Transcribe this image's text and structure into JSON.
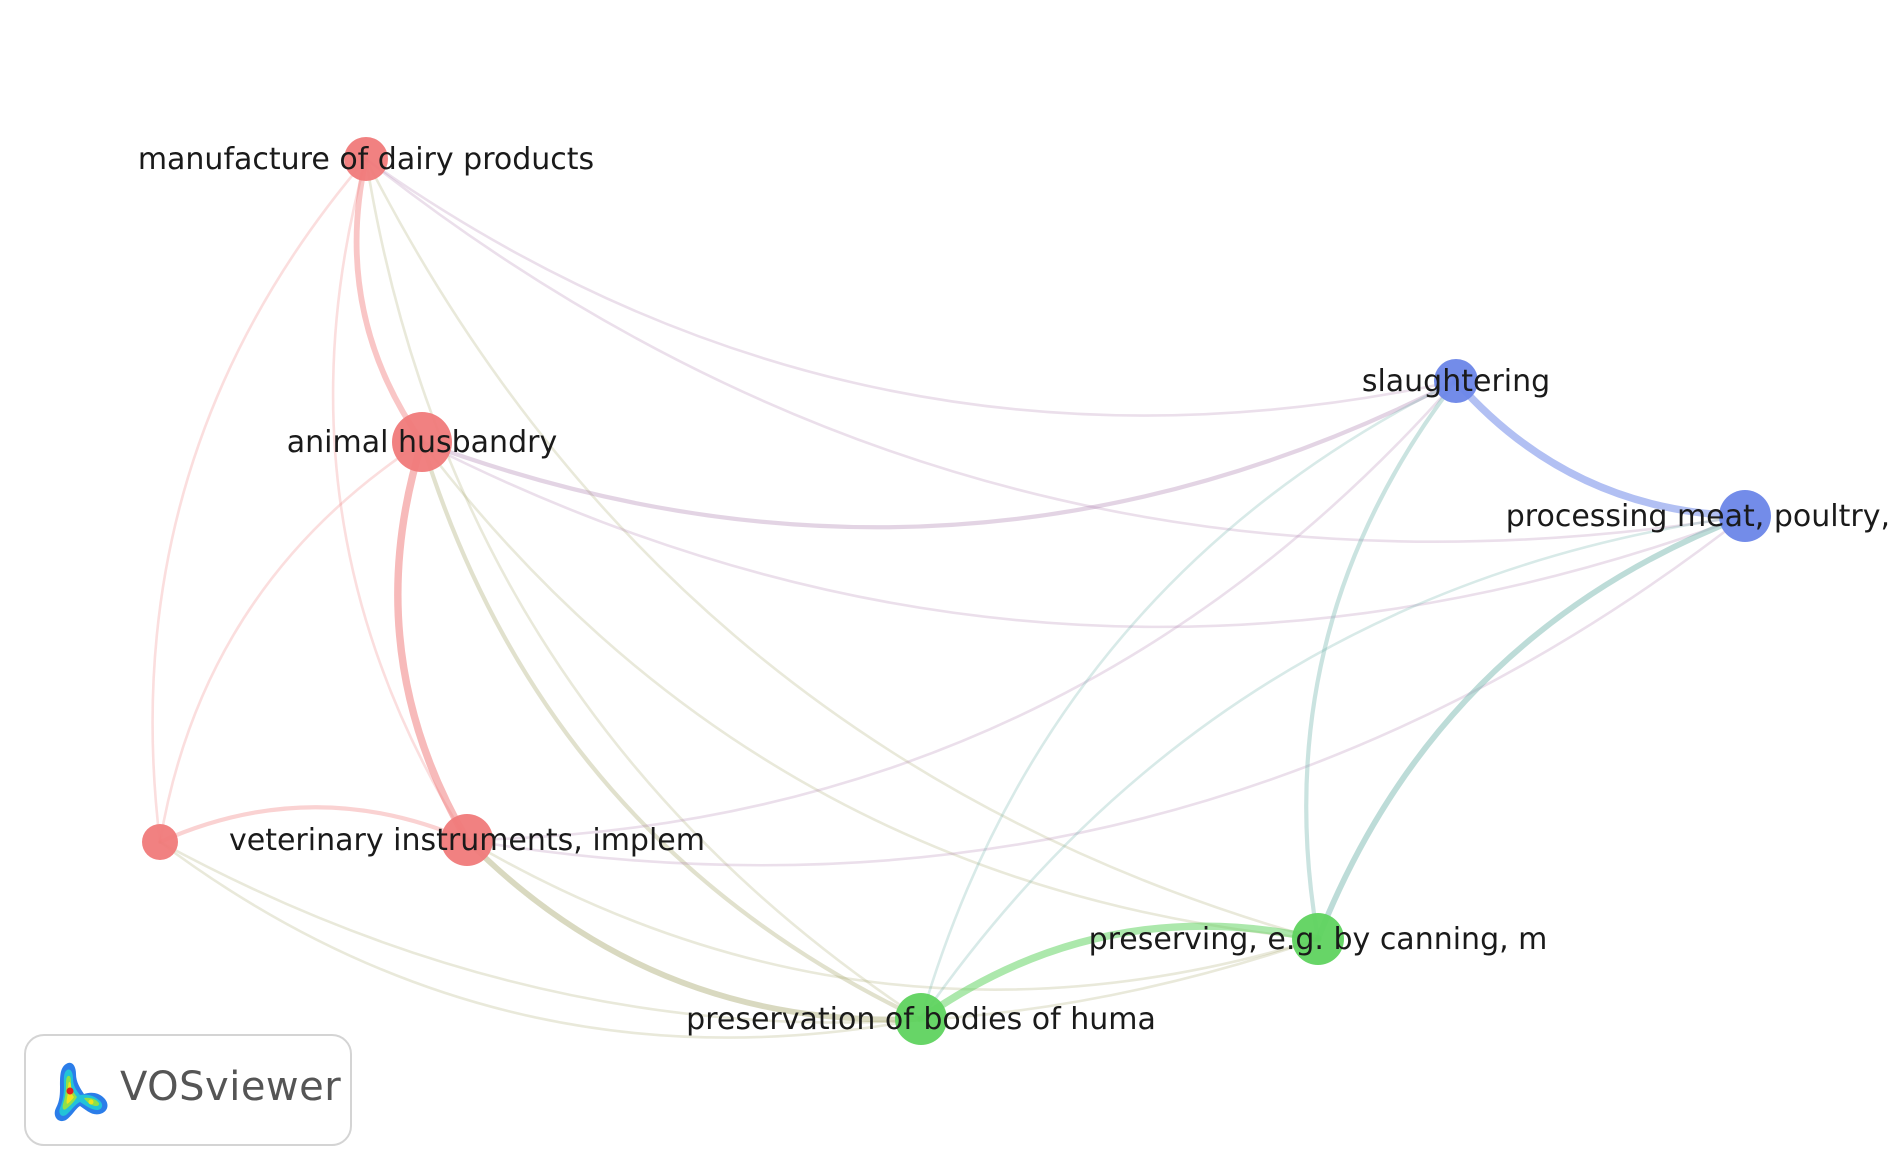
{
  "network": {
    "clusters": [
      {
        "id": 1,
        "color": "#f07a7a"
      },
      {
        "id": 2,
        "color": "#5fd35f"
      },
      {
        "id": 3,
        "color": "#6b86e8"
      }
    ],
    "nodes": [
      {
        "id": "dairy",
        "label": "manufacture of dairy products",
        "cluster": 1,
        "weight": 2
      },
      {
        "id": "husbandry",
        "label": "animal husbandry",
        "cluster": 1,
        "weight": 4
      },
      {
        "id": "vet",
        "label": "veterinary instruments, implem",
        "cluster": 1,
        "weight": 3
      },
      {
        "id": "small",
        "label": "",
        "cluster": 1,
        "weight": 1
      },
      {
        "id": "slaughter",
        "label": "slaughtering",
        "cluster": 3,
        "weight": 2
      },
      {
        "id": "meat",
        "label": "processing meat, poultry,",
        "cluster": 3,
        "weight": 3
      },
      {
        "id": "preserving",
        "label": "preserving, e.g. by canning, m",
        "cluster": 2,
        "weight": 3
      },
      {
        "id": "bodies",
        "label": "preservation of bodies of huma",
        "cluster": 2,
        "weight": 3
      }
    ],
    "links": [
      {
        "source": "dairy",
        "target": "husbandry",
        "strength": 3
      },
      {
        "source": "dairy",
        "target": "vet",
        "strength": 1
      },
      {
        "source": "dairy",
        "target": "slaughter",
        "strength": 1
      },
      {
        "source": "dairy",
        "target": "meat",
        "strength": 1
      },
      {
        "source": "dairy",
        "target": "preserving",
        "strength": 1
      },
      {
        "source": "dairy",
        "target": "bodies",
        "strength": 1
      },
      {
        "source": "dairy",
        "target": "small",
        "strength": 1
      },
      {
        "source": "husbandry",
        "target": "vet",
        "strength": 4
      },
      {
        "source": "husbandry",
        "target": "slaughter",
        "strength": 2
      },
      {
        "source": "husbandry",
        "target": "meat",
        "strength": 1
      },
      {
        "source": "husbandry",
        "target": "bodies",
        "strength": 2
      },
      {
        "source": "husbandry",
        "target": "preserving",
        "strength": 1
      },
      {
        "source": "husbandry",
        "target": "small",
        "strength": 1
      },
      {
        "source": "vet",
        "target": "small",
        "strength": 2
      },
      {
        "source": "vet",
        "target": "bodies",
        "strength": 3
      },
      {
        "source": "vet",
        "target": "slaughter",
        "strength": 1
      },
      {
        "source": "vet",
        "target": "meat",
        "strength": 1
      },
      {
        "source": "vet",
        "target": "preserving",
        "strength": 1
      },
      {
        "source": "small",
        "target": "bodies",
        "strength": 1
      },
      {
        "source": "small",
        "target": "preserving",
        "strength": 1
      },
      {
        "source": "slaughter",
        "target": "meat",
        "strength": 4
      },
      {
        "source": "slaughter",
        "target": "preserving",
        "strength": 2
      },
      {
        "source": "slaughter",
        "target": "bodies",
        "strength": 1
      },
      {
        "source": "meat",
        "target": "preserving",
        "strength": 3
      },
      {
        "source": "meat",
        "target": "bodies",
        "strength": 1
      },
      {
        "source": "preserving",
        "target": "bodies",
        "strength": 4
      }
    ]
  },
  "logo": {
    "text": "VOSviewer"
  }
}
